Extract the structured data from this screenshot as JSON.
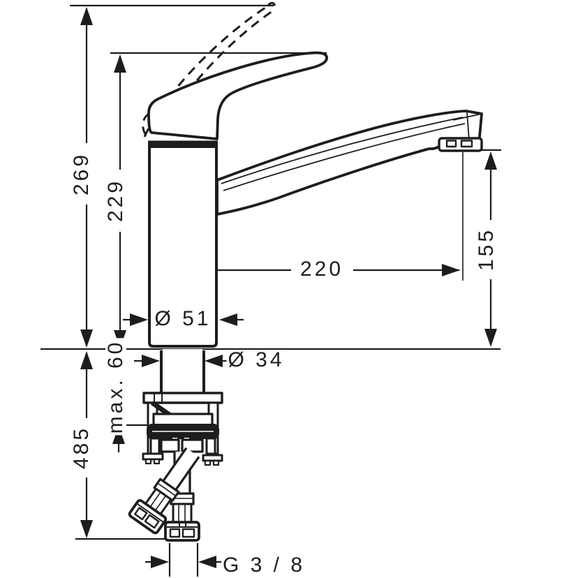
{
  "drawing": {
    "type": "technical-dimension-drawing",
    "unit": "mm",
    "colors": {
      "line": "#1d1d1b",
      "background": "#ffffff"
    }
  },
  "labels": {
    "overall_height": "269",
    "spout_top_height": "229",
    "spout_reach": "220",
    "outlet_height": "155",
    "body_diameter": "Ø 51",
    "shank_diameter": "Ø 34",
    "max_counter_thickness": "max. 60",
    "hose_length": "485",
    "connection_thread": "G 3 / 8"
  }
}
